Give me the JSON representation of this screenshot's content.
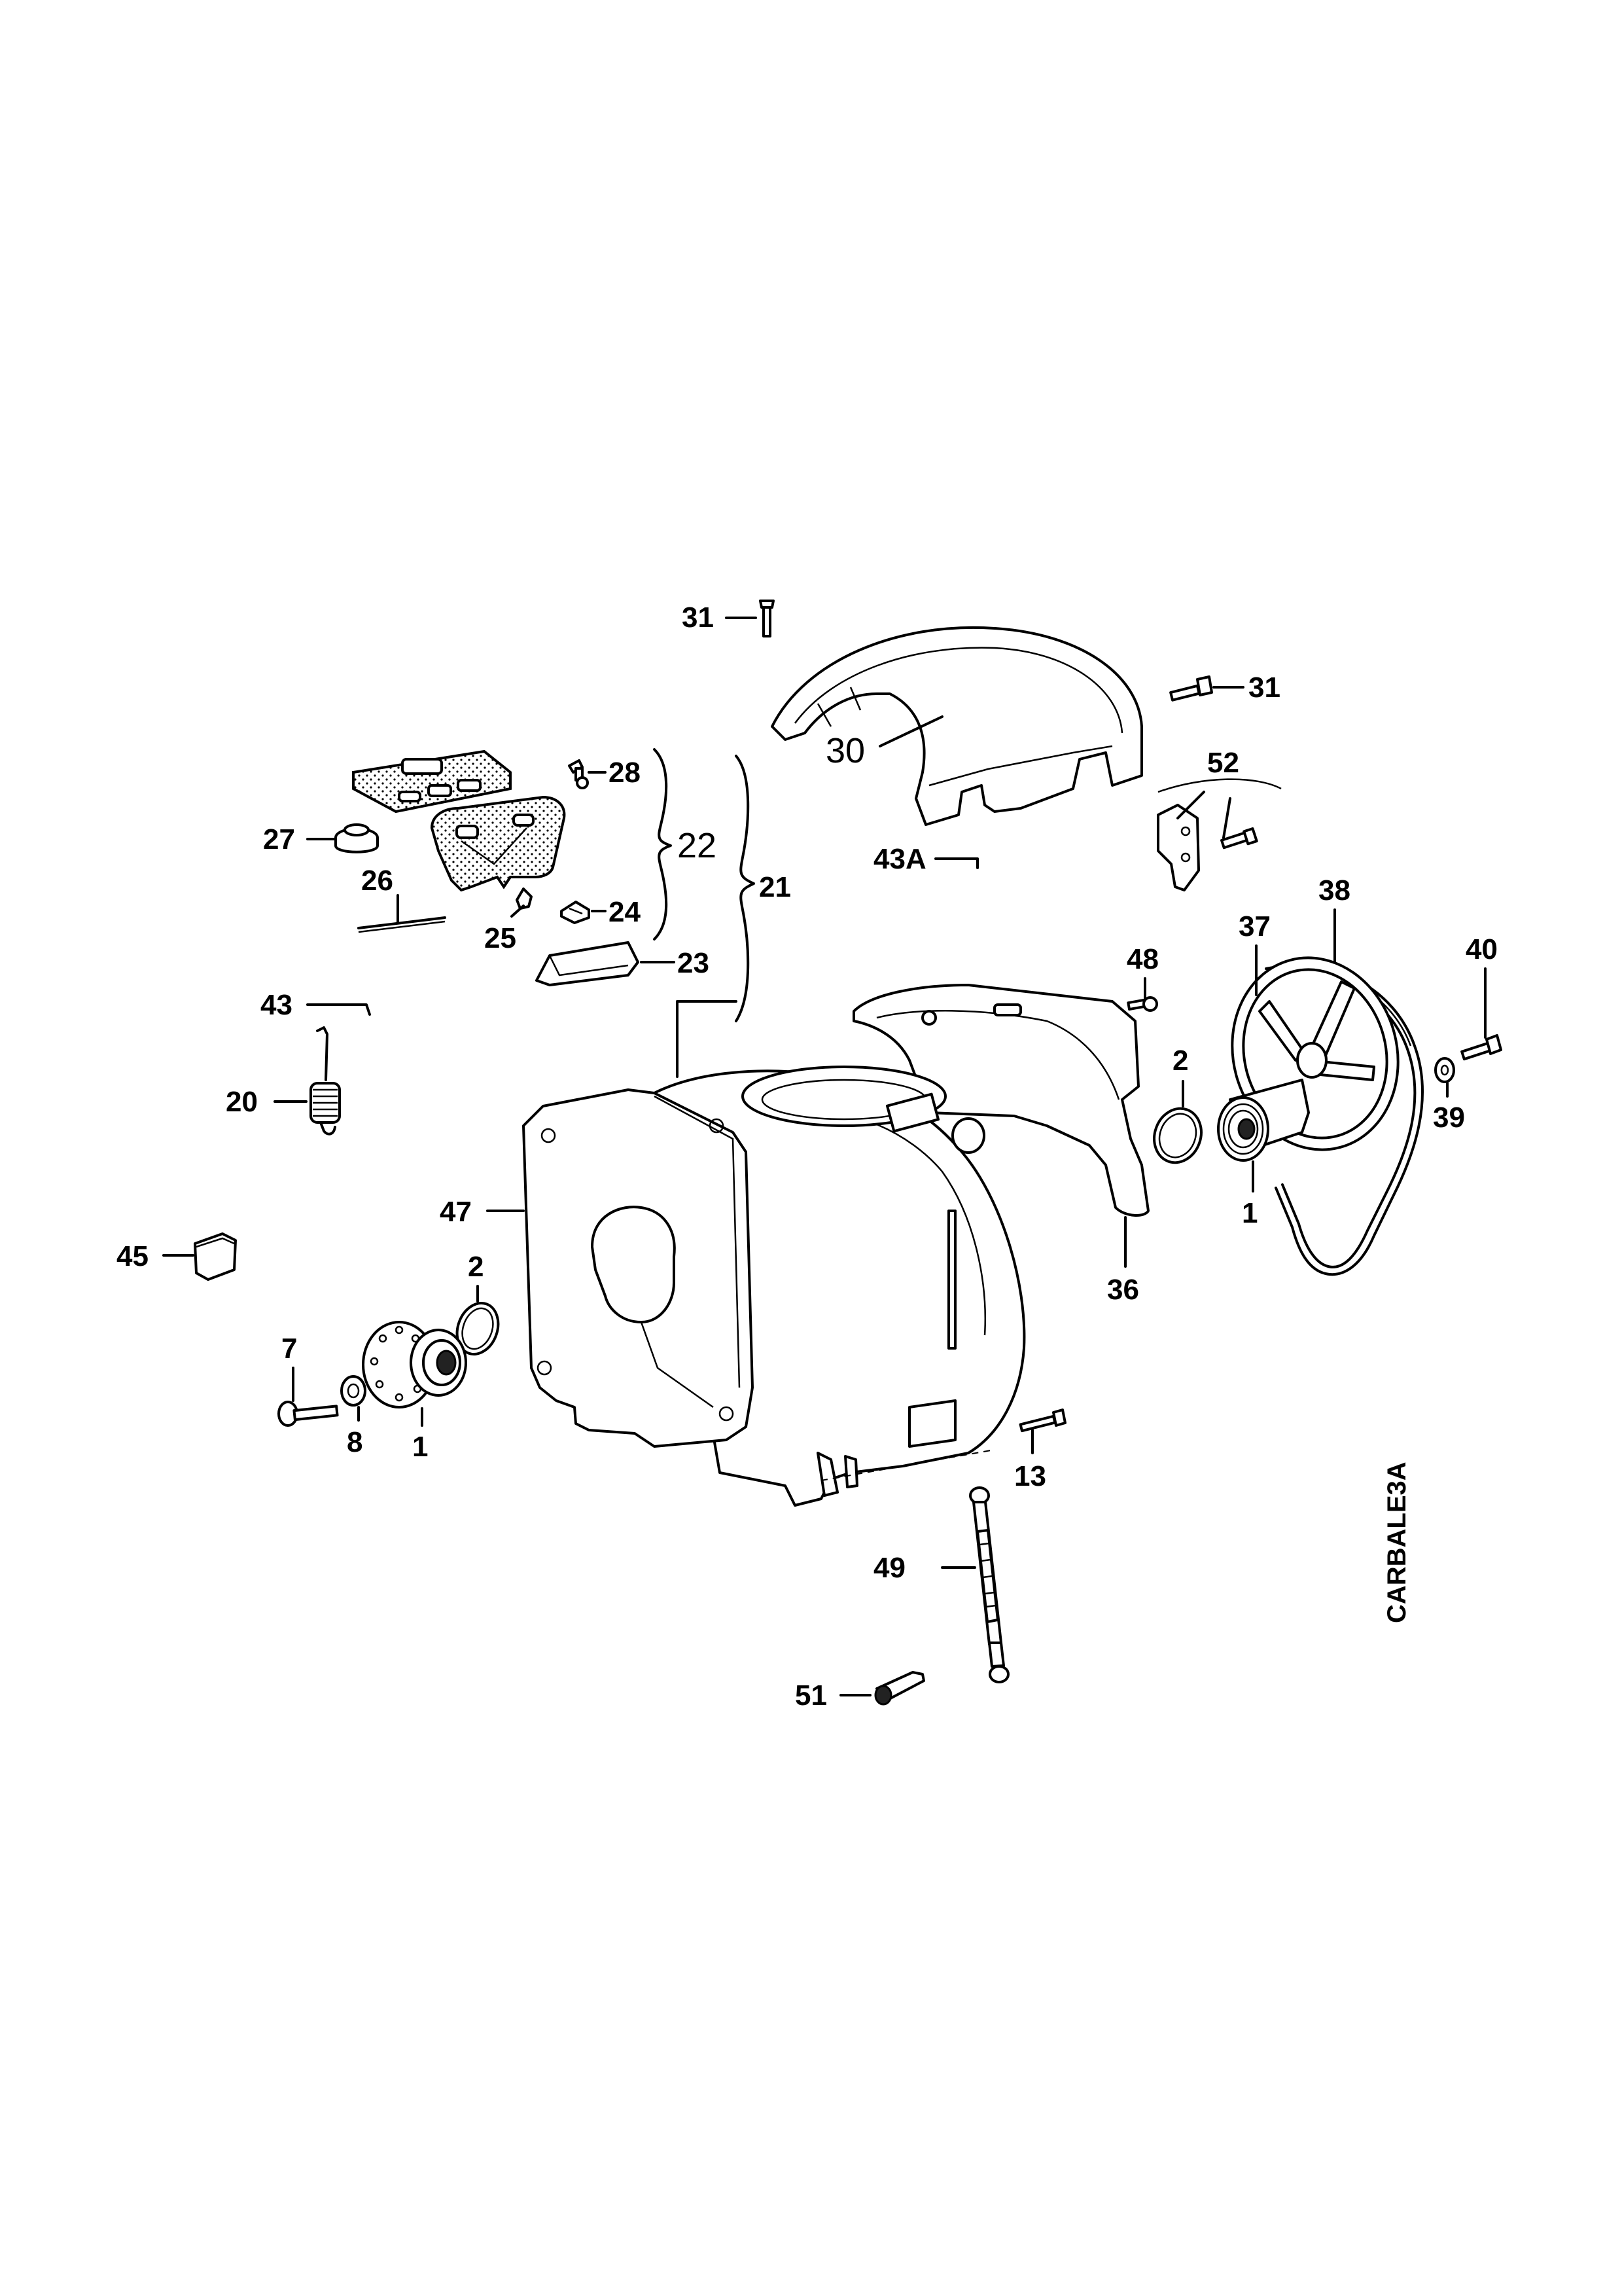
{
  "diagram_code": "CARBALE3A",
  "labels": {
    "p31_top": "31",
    "p31_right": "31",
    "p30": "30",
    "p52": "52",
    "p28": "28",
    "p22": "22",
    "p21": "21",
    "p27": "27",
    "p43a": "43A",
    "p26": "26",
    "p24": "24",
    "p25": "25",
    "p23": "23",
    "p48": "48",
    "p37": "37",
    "p38": "38",
    "p40": "40",
    "p43": "43",
    "p2_right": "2",
    "p39": "39",
    "p20": "20",
    "p1_right": "1",
    "p47": "47",
    "p36": "36",
    "p45": "45",
    "p2_left": "2",
    "p7": "7",
    "p8": "8",
    "p1_left": "1",
    "p13": "13",
    "p49": "49",
    "p51": "51"
  }
}
